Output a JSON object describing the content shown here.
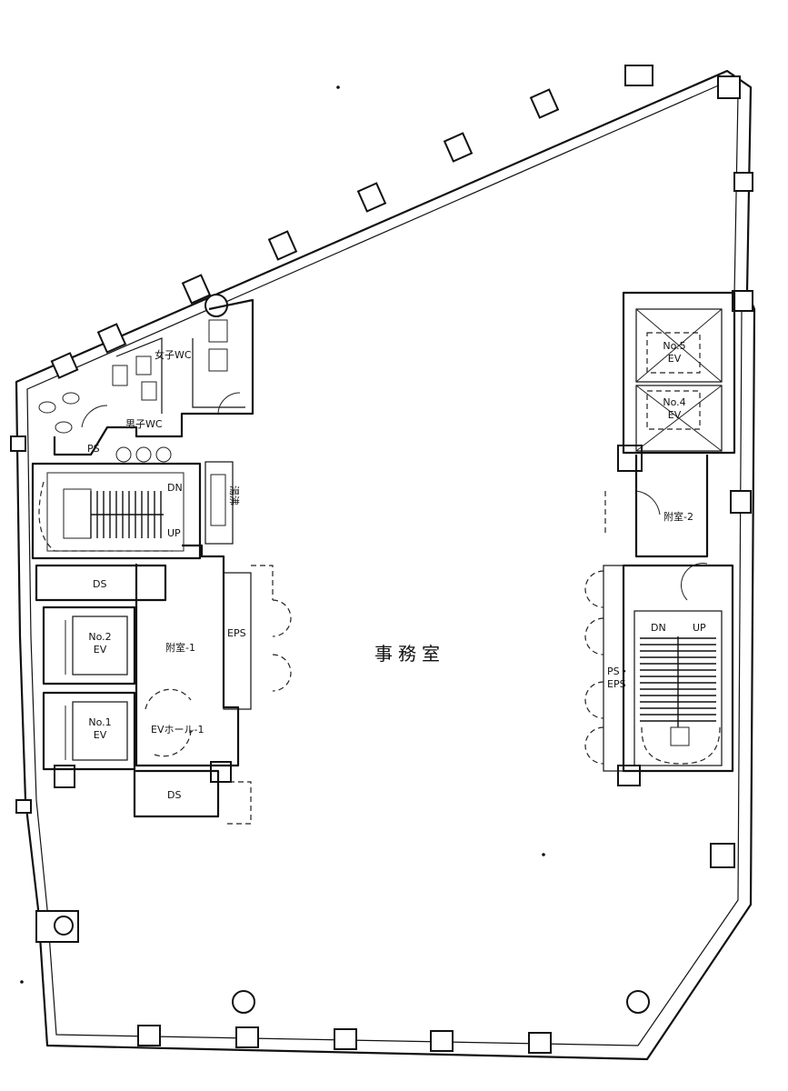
{
  "floor_plan": {
    "main_room": "事務室",
    "rooms": {
      "womens_wc": "女子WC",
      "mens_wc": "男子WC",
      "ps_top": "PS",
      "kitchen": "湯沸",
      "ds_upper": "DS",
      "ds_lower": "DS",
      "ev2": "No.2\nEV",
      "ev1": "No.1\nEV",
      "ev5": "No.5\nEV",
      "ev4": "No.4\nEV",
      "lobby1": "附室-1",
      "lobby2": "附室-2",
      "ev_hall": "EVホール-1",
      "eps_left": "EPS",
      "ps_eps_right": "PS・\nEPS"
    },
    "stairs": {
      "left_dn": "DN",
      "left_up": "UP",
      "right_dn": "DN",
      "right_up": "UP"
    }
  }
}
